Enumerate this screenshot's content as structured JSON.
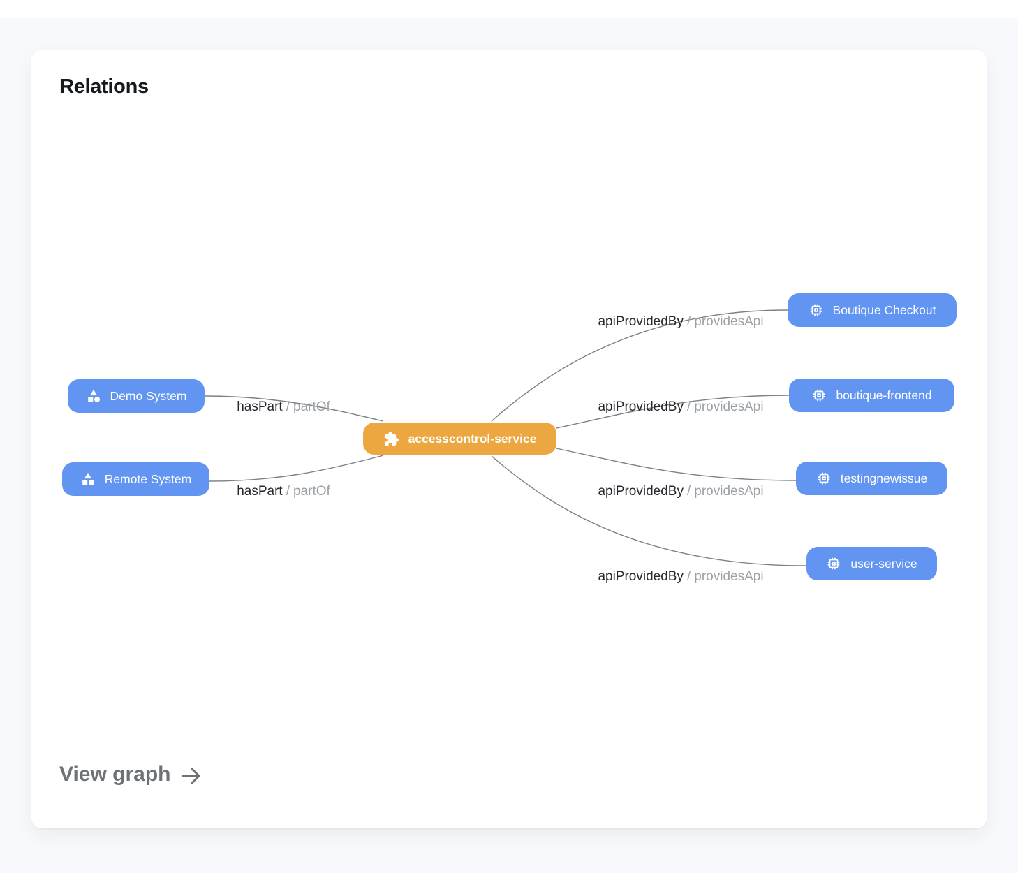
{
  "page": {
    "card_title": "Relations",
    "view_graph_label": "View graph"
  },
  "colors": {
    "page_background": "#f7f9fc",
    "card_background": "#ffffff",
    "system_api_node": "#6295f2",
    "component_node": "#eda741",
    "node_text": "#ffffff",
    "edge_line": "#7e8082",
    "edge_label_primary": "#23272e",
    "edge_label_secondary": "#9ba1a8",
    "view_graph_text": "#6e7276"
  },
  "nodes": {
    "center": {
      "label": "accesscontrol-service",
      "type": "component",
      "icon": "puzzle-icon"
    },
    "left": [
      {
        "label": "Demo System",
        "type": "system",
        "icon": "category-icon"
      },
      {
        "label": "Remote System",
        "type": "system",
        "icon": "category-icon"
      }
    ],
    "right": [
      {
        "label": "Boutique Checkout",
        "type": "api",
        "icon": "chip-icon"
      },
      {
        "label": "boutique-frontend",
        "type": "api",
        "icon": "chip-icon"
      },
      {
        "label": "testingnewissue",
        "type": "api",
        "icon": "chip-icon"
      },
      {
        "label": "user-service",
        "type": "api",
        "icon": "chip-icon"
      }
    ]
  },
  "edges": [
    {
      "from": "Demo System",
      "to": "accesscontrol-service",
      "forward": "hasPart",
      "separator": "/",
      "reverse": "partOf"
    },
    {
      "from": "Remote System",
      "to": "accesscontrol-service",
      "forward": "hasPart",
      "separator": "/",
      "reverse": "partOf"
    },
    {
      "from": "accesscontrol-service",
      "to": "Boutique Checkout",
      "forward": "apiProvidedBy",
      "separator": "/",
      "reverse": "providesApi"
    },
    {
      "from": "accesscontrol-service",
      "to": "boutique-frontend",
      "forward": "apiProvidedBy",
      "separator": "/",
      "reverse": "providesApi"
    },
    {
      "from": "accesscontrol-service",
      "to": "testingnewissue",
      "forward": "apiProvidedBy",
      "separator": "/",
      "reverse": "providesApi"
    },
    {
      "from": "accesscontrol-service",
      "to": "user-service",
      "forward": "apiProvidedBy",
      "separator": "/",
      "reverse": "providesApi"
    }
  ]
}
